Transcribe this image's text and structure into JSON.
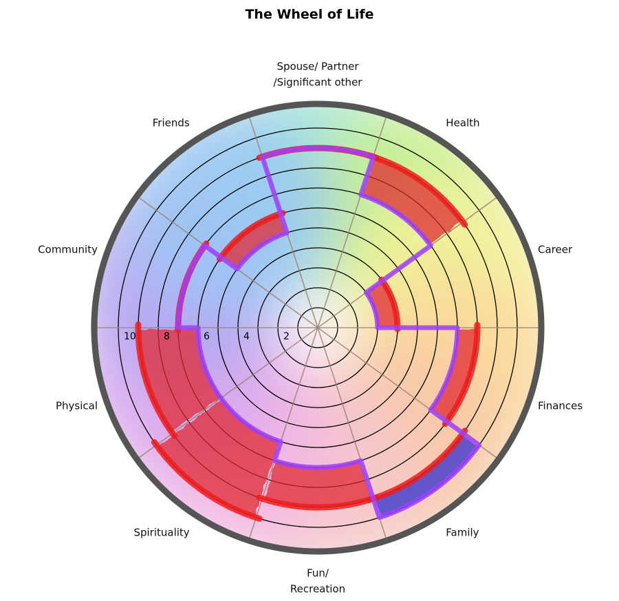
{
  "chart_data": {
    "type": "polar-area",
    "title": "The Wheel of Life",
    "scale_max": 10,
    "ring_count": 10,
    "ticks": [
      {
        "value": 10,
        "label": "10"
      },
      {
        "value": 8,
        "label": "8"
      },
      {
        "value": 6,
        "label": "6"
      },
      {
        "value": 4,
        "label": "4"
      },
      {
        "value": 2,
        "label": "2"
      }
    ],
    "categories": [
      {
        "lines": [
          "Spouse/ Partner",
          "/Significant other"
        ]
      },
      {
        "lines": [
          "Health"
        ]
      },
      {
        "lines": [
          "Career"
        ]
      },
      {
        "lines": [
          "Finances"
        ]
      },
      {
        "lines": [
          "Family"
        ]
      },
      {
        "lines": [
          "Fun/",
          "Recreation"
        ]
      },
      {
        "lines": [
          "Spirituality"
        ]
      },
      {
        "lines": [
          "Physical"
        ]
      },
      {
        "lines": [
          "Community"
        ]
      },
      {
        "lines": [
          "Friends"
        ]
      }
    ],
    "series": [
      {
        "values": [
          9,
          7,
          3,
          7,
          10,
          7,
          6,
          6,
          7,
          5
        ]
      },
      {
        "values": [
          9,
          9,
          4,
          8,
          9,
          9,
          10,
          9,
          7,
          6
        ]
      }
    ],
    "colors": {
      "current_line": "#a040ff",
      "target_line": "#ee1c1c",
      "gap_increase": "#e0282d",
      "gap_decrease": "#2a2ad0",
      "rim": "#555555",
      "spoke": "#9b8576",
      "ring": "#000000"
    }
  }
}
